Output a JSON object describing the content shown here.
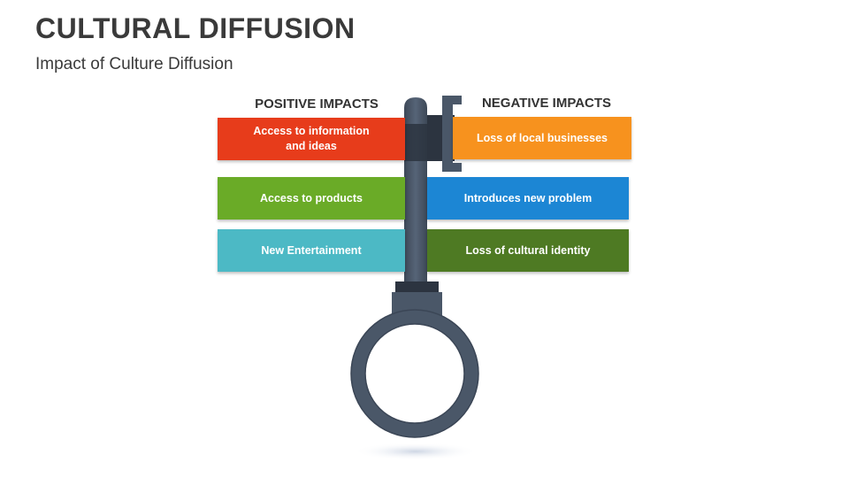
{
  "header": {
    "title": "CULTURAL DIFFUSION",
    "subtitle": "Impact of Culture Diffusion"
  },
  "positive": {
    "heading": "POSITIVE IMPACTS",
    "items": [
      {
        "label": "Access to information\nand ideas",
        "color": "#e73c1b"
      },
      {
        "label": "Access to products",
        "color": "#6aab27"
      },
      {
        "label": "New Entertainment",
        "color": "#4cb9c5"
      }
    ]
  },
  "negative": {
    "heading": "NEGATIVE IMPACTS",
    "items": [
      {
        "label": "Loss of local businesses",
        "color": "#f7921e"
      },
      {
        "label": "Introduces new problem",
        "color": "#1c86d4"
      },
      {
        "label": "Loss of cultural identity",
        "color": "#4e7a23"
      }
    ]
  },
  "key": {
    "icon": "key-icon",
    "color": "#4a5768",
    "dark": "#2c3440"
  }
}
